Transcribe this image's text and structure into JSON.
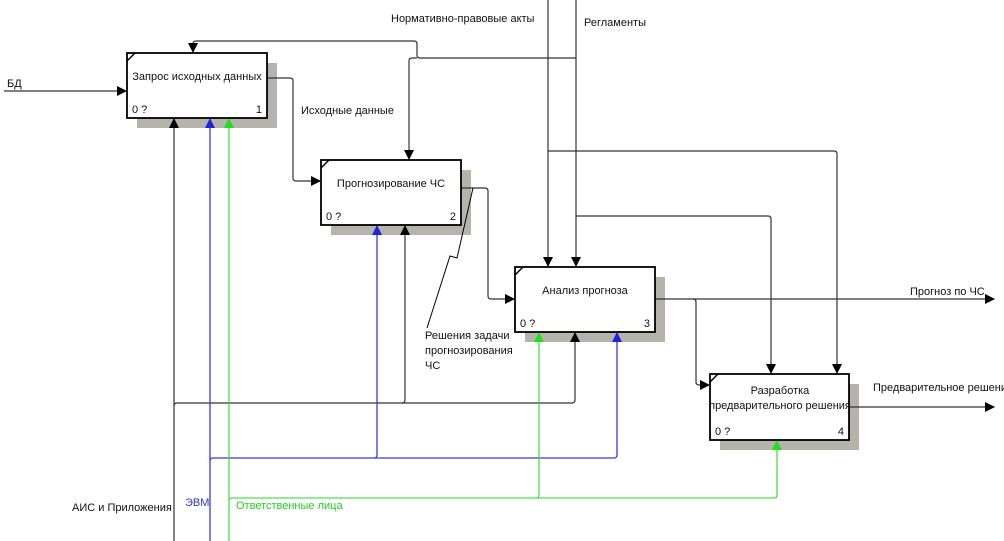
{
  "diagram": {
    "type": "IDEF0",
    "colors": {
      "line": "#333333",
      "mechanism_evm": "#3333cc",
      "mechanism_people": "#22cc22",
      "shadow": "#b4b4ac",
      "box_border": "#000000"
    },
    "boxes": [
      {
        "id": "box-1",
        "title_lines": [
          "Запрос исходных данных"
        ],
        "cost": "0 ?",
        "number": "1"
      },
      {
        "id": "box-2",
        "title_lines": [
          "Прогнозирование ЧС"
        ],
        "cost": "0 ?",
        "number": "2"
      },
      {
        "id": "box-3",
        "title_lines": [
          "Анализ прогноза"
        ],
        "cost": "0 ?",
        "number": "3"
      },
      {
        "id": "box-4",
        "title_lines": [
          "Разработка",
          "предварительного решения"
        ],
        "cost": "0 ?",
        "number": "4"
      }
    ],
    "arrow_labels": {
      "bd": "БД",
      "normative": "Нормативно-правовые акты",
      "reglaments": "Регламенты",
      "source_data": "Исходные данные",
      "task_solution": [
        "Решения задачи",
        "прогнозирования",
        "ЧС"
      ],
      "forecast": "Прогноз по ЧС",
      "preliminary": "Предварительное решение",
      "ais": "АИС и Приложения",
      "evm": "ЭВМ",
      "responsible": "Ответственные лица"
    }
  }
}
